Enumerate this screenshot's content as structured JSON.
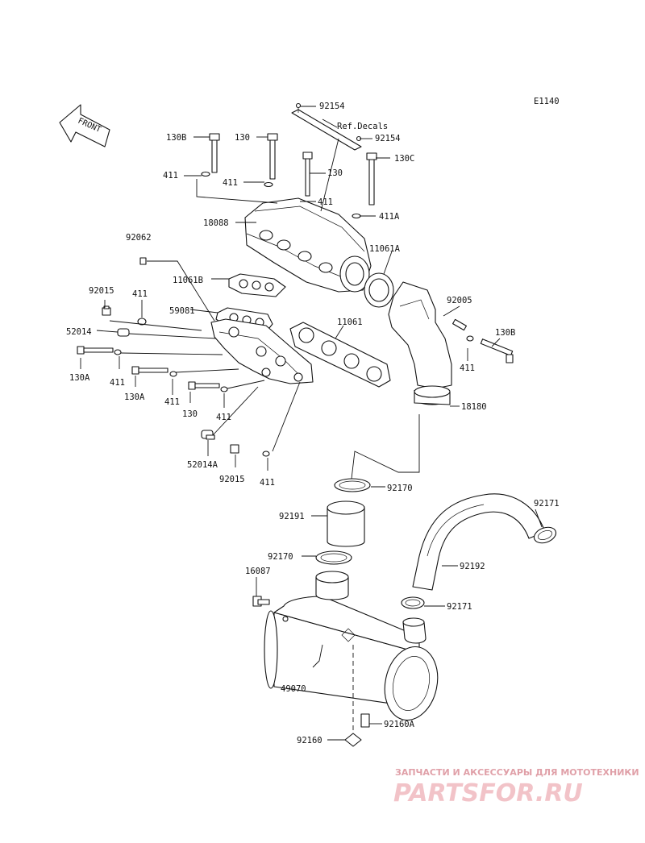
{
  "diagram_id": "E1140",
  "front_label": "FRONT",
  "ref_note": "Ref.Decals",
  "labels": {
    "p92154_top": "92154",
    "p92154_mid": "92154",
    "p130B_left": "130B",
    "p130_top": "130",
    "p130_mid": "130",
    "p130C": "130C",
    "p411_a": "411",
    "p411_b": "411",
    "p411_c": "411",
    "p411A": "411A",
    "p18088": "18088",
    "p92062": "92062",
    "p11061A": "11061A",
    "p11061B": "11061B",
    "p92015_top": "92015",
    "p411_d": "411",
    "p59081": "59081",
    "p92005": "92005",
    "p52014": "52014",
    "p11061": "11061",
    "p130B_right": "130B",
    "p130A_left": "130A",
    "p411_e": "411",
    "p411_right": "411",
    "p130A_mid": "130A",
    "p411_f": "411",
    "p18180": "18180",
    "p130_low": "130",
    "p411_g": "411",
    "p52014A": "52014A",
    "p92015_low": "92015",
    "p411_h": "411",
    "p92170_top": "92170",
    "p92171_top": "92171",
    "p92191": "92191",
    "p92170_low": "92170",
    "p92192": "92192",
    "p16087": "16087",
    "p92171_low": "92171",
    "p49070": "49070",
    "p92160": "92160",
    "p92160A": "92160A"
  },
  "watermark": {
    "tagline": "ЗАПЧАСТИ И АКСЕССУАРЫ ДЛЯ МОТОТЕХНИКИ",
    "brand": "PARTSFOR.RU"
  }
}
